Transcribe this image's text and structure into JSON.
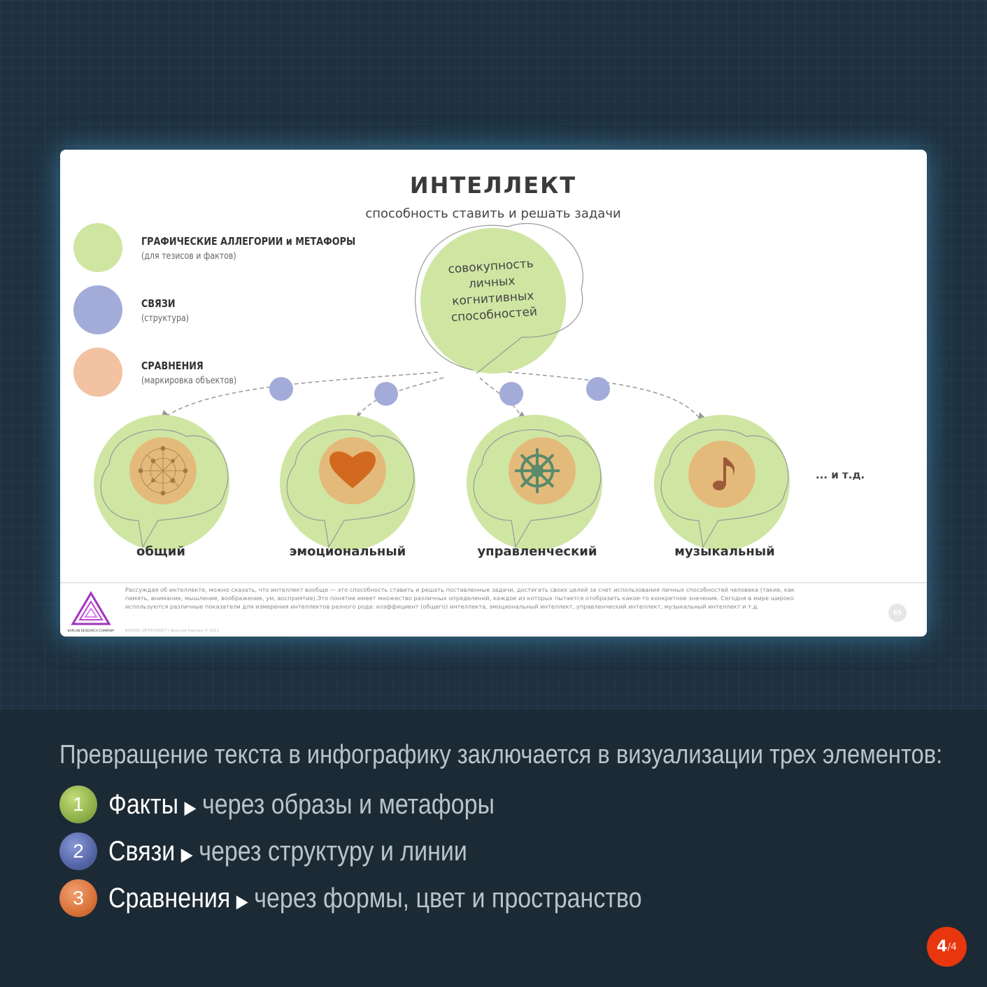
{
  "slide": {
    "title": "ИНТЕЛЛЕКТ",
    "subtitle": "способность ставить и решать задачи",
    "legend": [
      {
        "title": "ГРАФИЧЕСКИЕ АЛЛЕГОРИИ и МЕТАФОРЫ",
        "sub": "(для тезисов и фактов)",
        "color": "#cfe6a3"
      },
      {
        "title": "СВЯЗИ",
        "sub": "(структура)",
        "color": "#a3acd8"
      },
      {
        "title": "СРАВНЕНИЯ",
        "sub": "(маркировка объектов)",
        "color": "#f2c2a2"
      }
    ],
    "center_lines": [
      "совокупность",
      "личных",
      "когнитивных",
      "способностей"
    ],
    "types": [
      {
        "label": "общий",
        "icon": "network-icon"
      },
      {
        "label": "эмоциональный",
        "icon": "heart-icon"
      },
      {
        "label": "управленческий",
        "icon": "helm-icon"
      },
      {
        "label": "музыкальный",
        "icon": "music-note-icon"
      }
    ],
    "etc": "... и т.д.",
    "footer_text": [
      "Рассуждая об интеллекте, можно сказать, что интеллект вообще — это способность ставить и решать поставленные задачи, достигать своих целей за счет использования личных способностей человека (такие, как",
      "память, внимание, мышление, воображение, ум, восприятие).Это понятие имеет множество различных определений, каждое из которых пытается отобразить какое-то конкретное значение. Сегодня в мире широко",
      "используются различные показатели для измерения интеллектов разного рода: коэффициент (общего) интеллекта, эмоциональный интеллект, управленческий интеллект, музыкальный интеллект и т.д."
    ],
    "footer_meta": "БИЗНЕС-ИНТЕЛЛЕКТ  |  Ярослав Каплан © 2022",
    "logo_text": "KAPLAN RESEARCH COMPANY",
    "slide_number": "65"
  },
  "caption": {
    "intro": "Превращение текста в инфографику заключается в визуализации трех элементов:",
    "items": [
      {
        "num": "1",
        "key": "Факты",
        "value": "через образы и метафоры",
        "color": "#8fb04a"
      },
      {
        "num": "2",
        "key": "Связи",
        "value": "через структуру и линии",
        "color": "#5566a6"
      },
      {
        "num": "3",
        "key": "Сравнения",
        "value": "через формы, цвет и пространство",
        "color": "#d9733a"
      }
    ],
    "arrow": "▶"
  },
  "pager": {
    "current": "4",
    "total": "/4"
  }
}
